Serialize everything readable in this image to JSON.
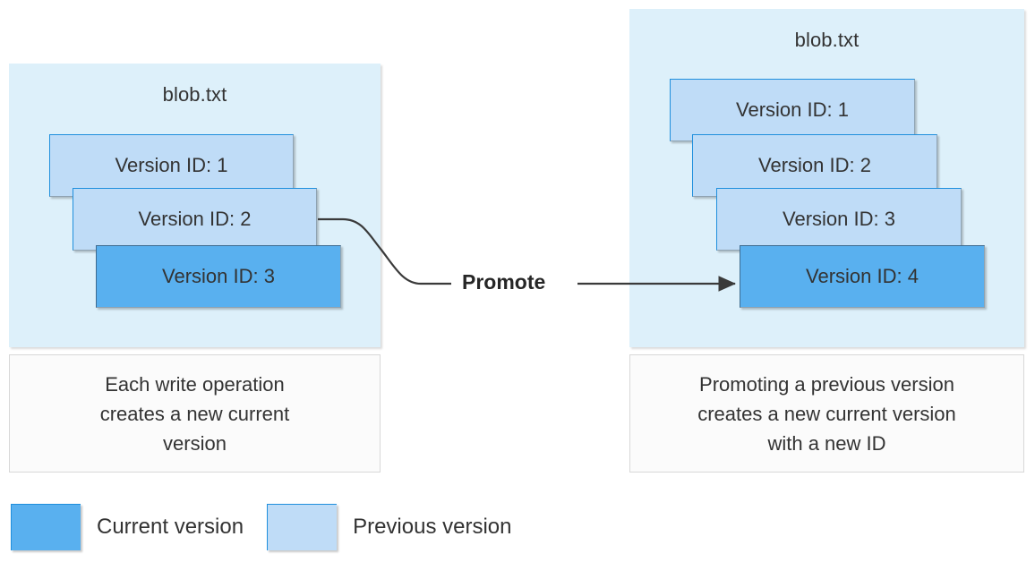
{
  "diagram": {
    "title_left": "blob.txt",
    "title_right": "blob.txt",
    "promote_label": "Promote",
    "colors": {
      "panel_background": "#ddf0fa",
      "current_version": "#59b0ef",
      "previous_version": "#bfdcf7",
      "card_border": "#1f8fdd",
      "caption_background": "#fbfbfb",
      "caption_border": "#d8d8d8",
      "text": "#333333",
      "connector": "#3a3a3a"
    }
  },
  "left_panel": {
    "title": "blob.txt",
    "cards": [
      {
        "label": "Version ID: 1",
        "state": "previous"
      },
      {
        "label": "Version ID: 2",
        "state": "previous"
      },
      {
        "label": "Version ID: 3",
        "state": "current"
      }
    ],
    "caption": {
      "line1": "Each write operation",
      "line2": "creates a new current",
      "line3": "version"
    }
  },
  "right_panel": {
    "title": "blob.txt",
    "cards": [
      {
        "label": "Version ID: 1",
        "state": "previous"
      },
      {
        "label": "Version ID: 2",
        "state": "previous"
      },
      {
        "label": "Version ID: 3",
        "state": "previous"
      },
      {
        "label": "Version ID: 4",
        "state": "current"
      }
    ],
    "caption": {
      "line1": "Promoting a previous version",
      "line2": "creates a new current version",
      "line3": "with a new ID"
    }
  },
  "legend": {
    "items": [
      {
        "label": "Current version",
        "state": "current"
      },
      {
        "label": "Previous version",
        "state": "previous"
      }
    ]
  }
}
